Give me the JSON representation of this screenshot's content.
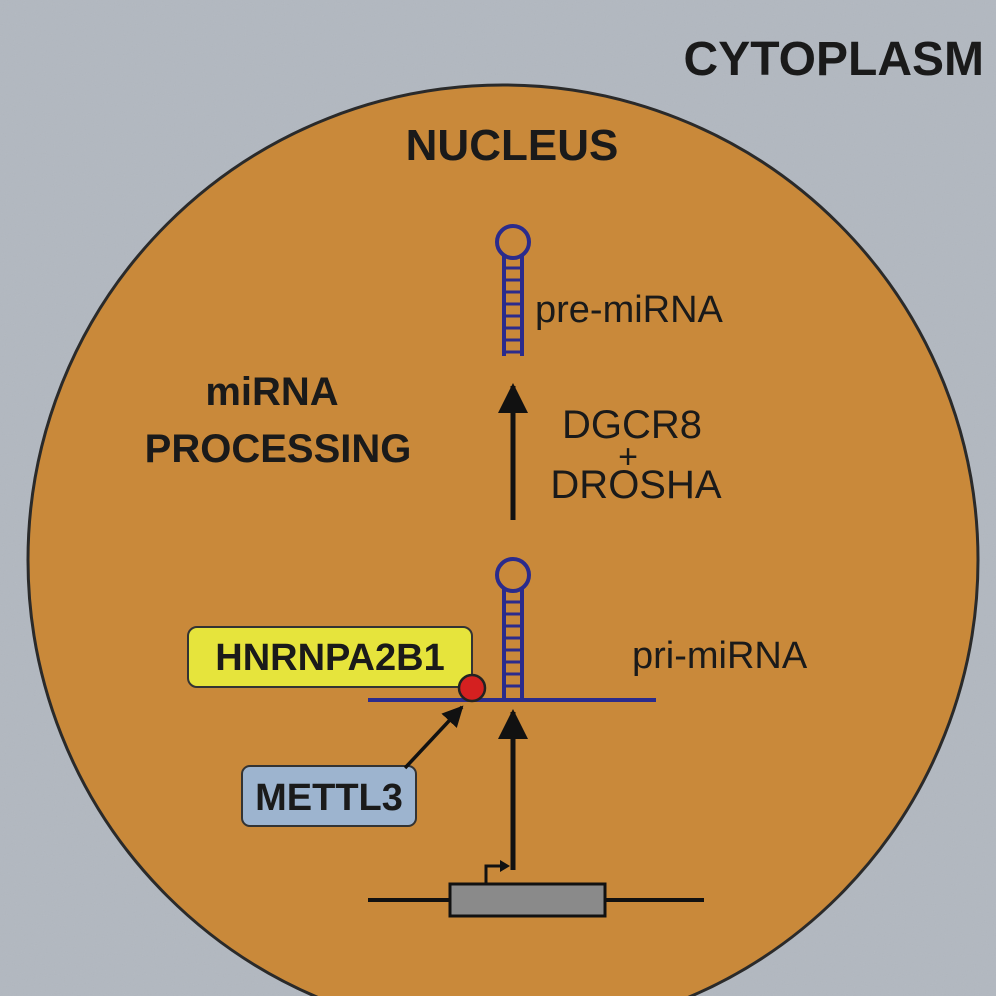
{
  "labels": {
    "cytoplasm": "CYTOPLASM",
    "nucleus": "NUCLEUS",
    "process_line1": "miRNA",
    "process_line2": "PROCESSING",
    "pre_mirna": "pre-miRNA",
    "pri_mirna": "pri-miRNA",
    "enzyme_line1": "DGCR8",
    "enzyme_plus": "+",
    "enzyme_line2": "DROSHA",
    "hnrnp": "HNRNPA2B1",
    "mettl3": "METTL3"
  },
  "colors": {
    "background": "#b2b8c0",
    "nucleus_fill": "#c9893a",
    "rna_strand": "#2b2b8c",
    "hnrnp_box": "#e6e43c",
    "mettl3_box": "#9db4cf",
    "m6a_dot": "#d42020",
    "gene_box": "#8a8a8a",
    "ink": "#111111"
  }
}
